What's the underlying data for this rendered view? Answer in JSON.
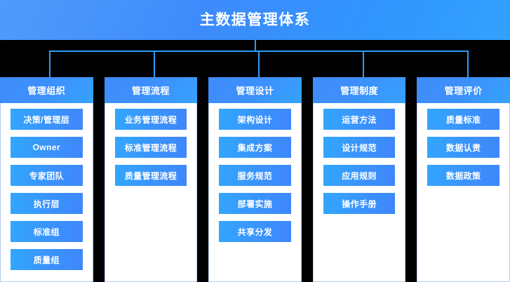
{
  "diagram": {
    "title": "主数据管理体系",
    "colors": {
      "banner_start": "#4f9bfb",
      "banner_end": "#34a1fe",
      "connector": "#2e9bfb",
      "column_header_start": "#3f8cfb",
      "column_header_end": "#36a3fe",
      "item_start": "#32a7fe",
      "item_end": "#3f86fb",
      "body_background": "#ffffff",
      "body_border": "#b9cdf2",
      "canvas_background": "#000000",
      "text": "#ffffff"
    },
    "columns": [
      {
        "header": "管理组织",
        "items": [
          "决策/管理层",
          "Owner",
          "专家团队",
          "执行层",
          "标准组",
          "质量组"
        ]
      },
      {
        "header": "管理流程",
        "items": [
          "业务管理流程",
          "标准管理流程",
          "质量管理流程"
        ]
      },
      {
        "header": "管理设计",
        "items": [
          "架构设计",
          "集成方案",
          "服务规范",
          "部署实施",
          "共享分发"
        ]
      },
      {
        "header": "管理制度",
        "items": [
          "运营方法",
          "设计规范",
          "应用规则",
          "操作手册"
        ]
      },
      {
        "header": "管理评价",
        "items": [
          "质量标准",
          "数据认责",
          "数据政策"
        ]
      }
    ]
  }
}
